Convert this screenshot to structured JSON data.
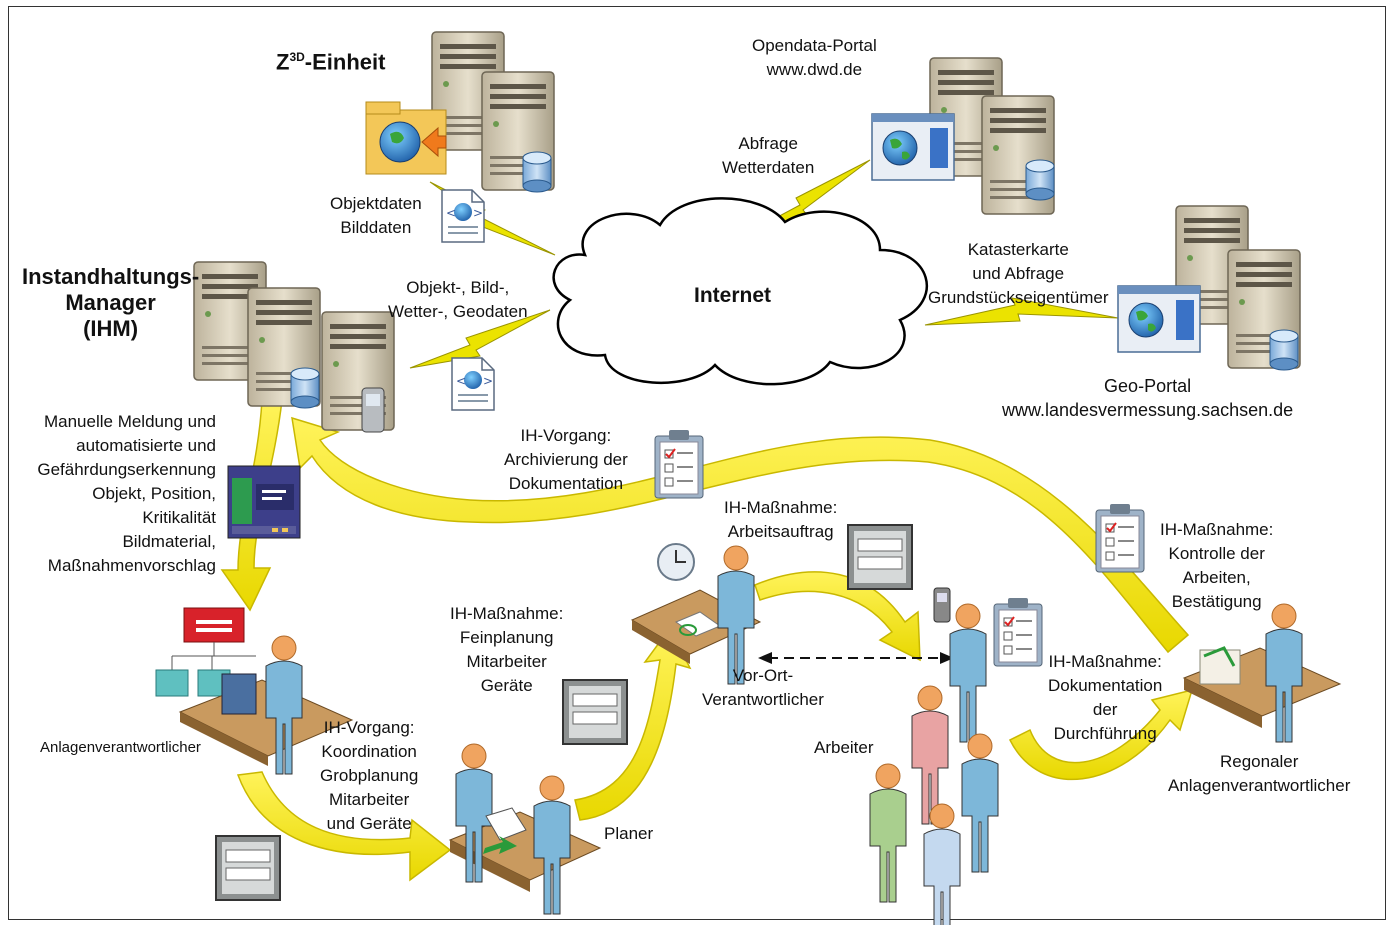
{
  "colors": {
    "arrow": "#f5e600",
    "arrow_edge": "#c9b800",
    "bolt": "#e8e000",
    "server": "#d9d2c0",
    "person_blue": "#7db7d9",
    "person_pink": "#e8a3a3",
    "person_green": "#a9cf8e",
    "head": "#f0a460",
    "desk": "#b88a55",
    "cloud_stroke": "#000000"
  },
  "labels": {
    "z3d_title": {
      "main": "Z",
      "sup": "3D",
      "rest": "-Einheit"
    },
    "opendata": [
      "Opendata-Portal",
      "www.dwd.de"
    ],
    "abfrage_wetter": [
      "Abfrage",
      "Wetterdaten"
    ],
    "objektdaten": [
      "Objektdaten",
      "Bilddaten"
    ],
    "ihm": [
      "Instandhaltungs-",
      "Manager",
      "(IHM)"
    ],
    "geodaten": [
      "Objekt-, Bild-,",
      "Wetter-, Geodaten"
    ],
    "internet": "Internet",
    "kataster": [
      "Katasterkarte",
      "und Abfrage",
      "Grundstückseigentümer"
    ],
    "geoportal": [
      "Geo-Portal",
      "www.landesvermessung.sachsen.de"
    ],
    "manuelle": [
      "Manuelle Meldung und",
      "automatisierte und",
      "Gefährdungserkennung",
      "Objekt, Position,",
      "Kritikalität",
      "Bildmaterial,",
      "Maßnahmenvorschlag"
    ],
    "archivierung": [
      "IH-Vorgang:",
      "Archivierung der",
      "Dokumentation"
    ],
    "arbeitsauftrag": [
      "IH-Maßnahme:",
      "Arbeitsauftrag"
    ],
    "kontrolle": [
      "IH-Maßnahme:",
      "Kontrolle der",
      "Arbeiten,",
      "Bestätigung"
    ],
    "feinplanung": [
      "IH-Maßnahme:",
      "Feinplanung",
      "Mitarbeiter",
      "Geräte"
    ],
    "vorort": [
      "Vor-Ort-",
      "Verantwortlicher"
    ],
    "dokumentation": [
      "IH-Maßnahme:",
      "Dokumentation",
      "der",
      "Durchführung"
    ],
    "anlagenverantwortlicher": "Anlagenverantwortlicher",
    "koordination": [
      "IH-Vorgang:",
      "Koordination",
      "Grobplanung",
      "Mitarbeiter",
      "und Geräte"
    ],
    "arbeiter": "Arbeiter",
    "planer": "Planer",
    "regional": [
      "Regonaler",
      "Anlagenverantwortlicher"
    ]
  }
}
